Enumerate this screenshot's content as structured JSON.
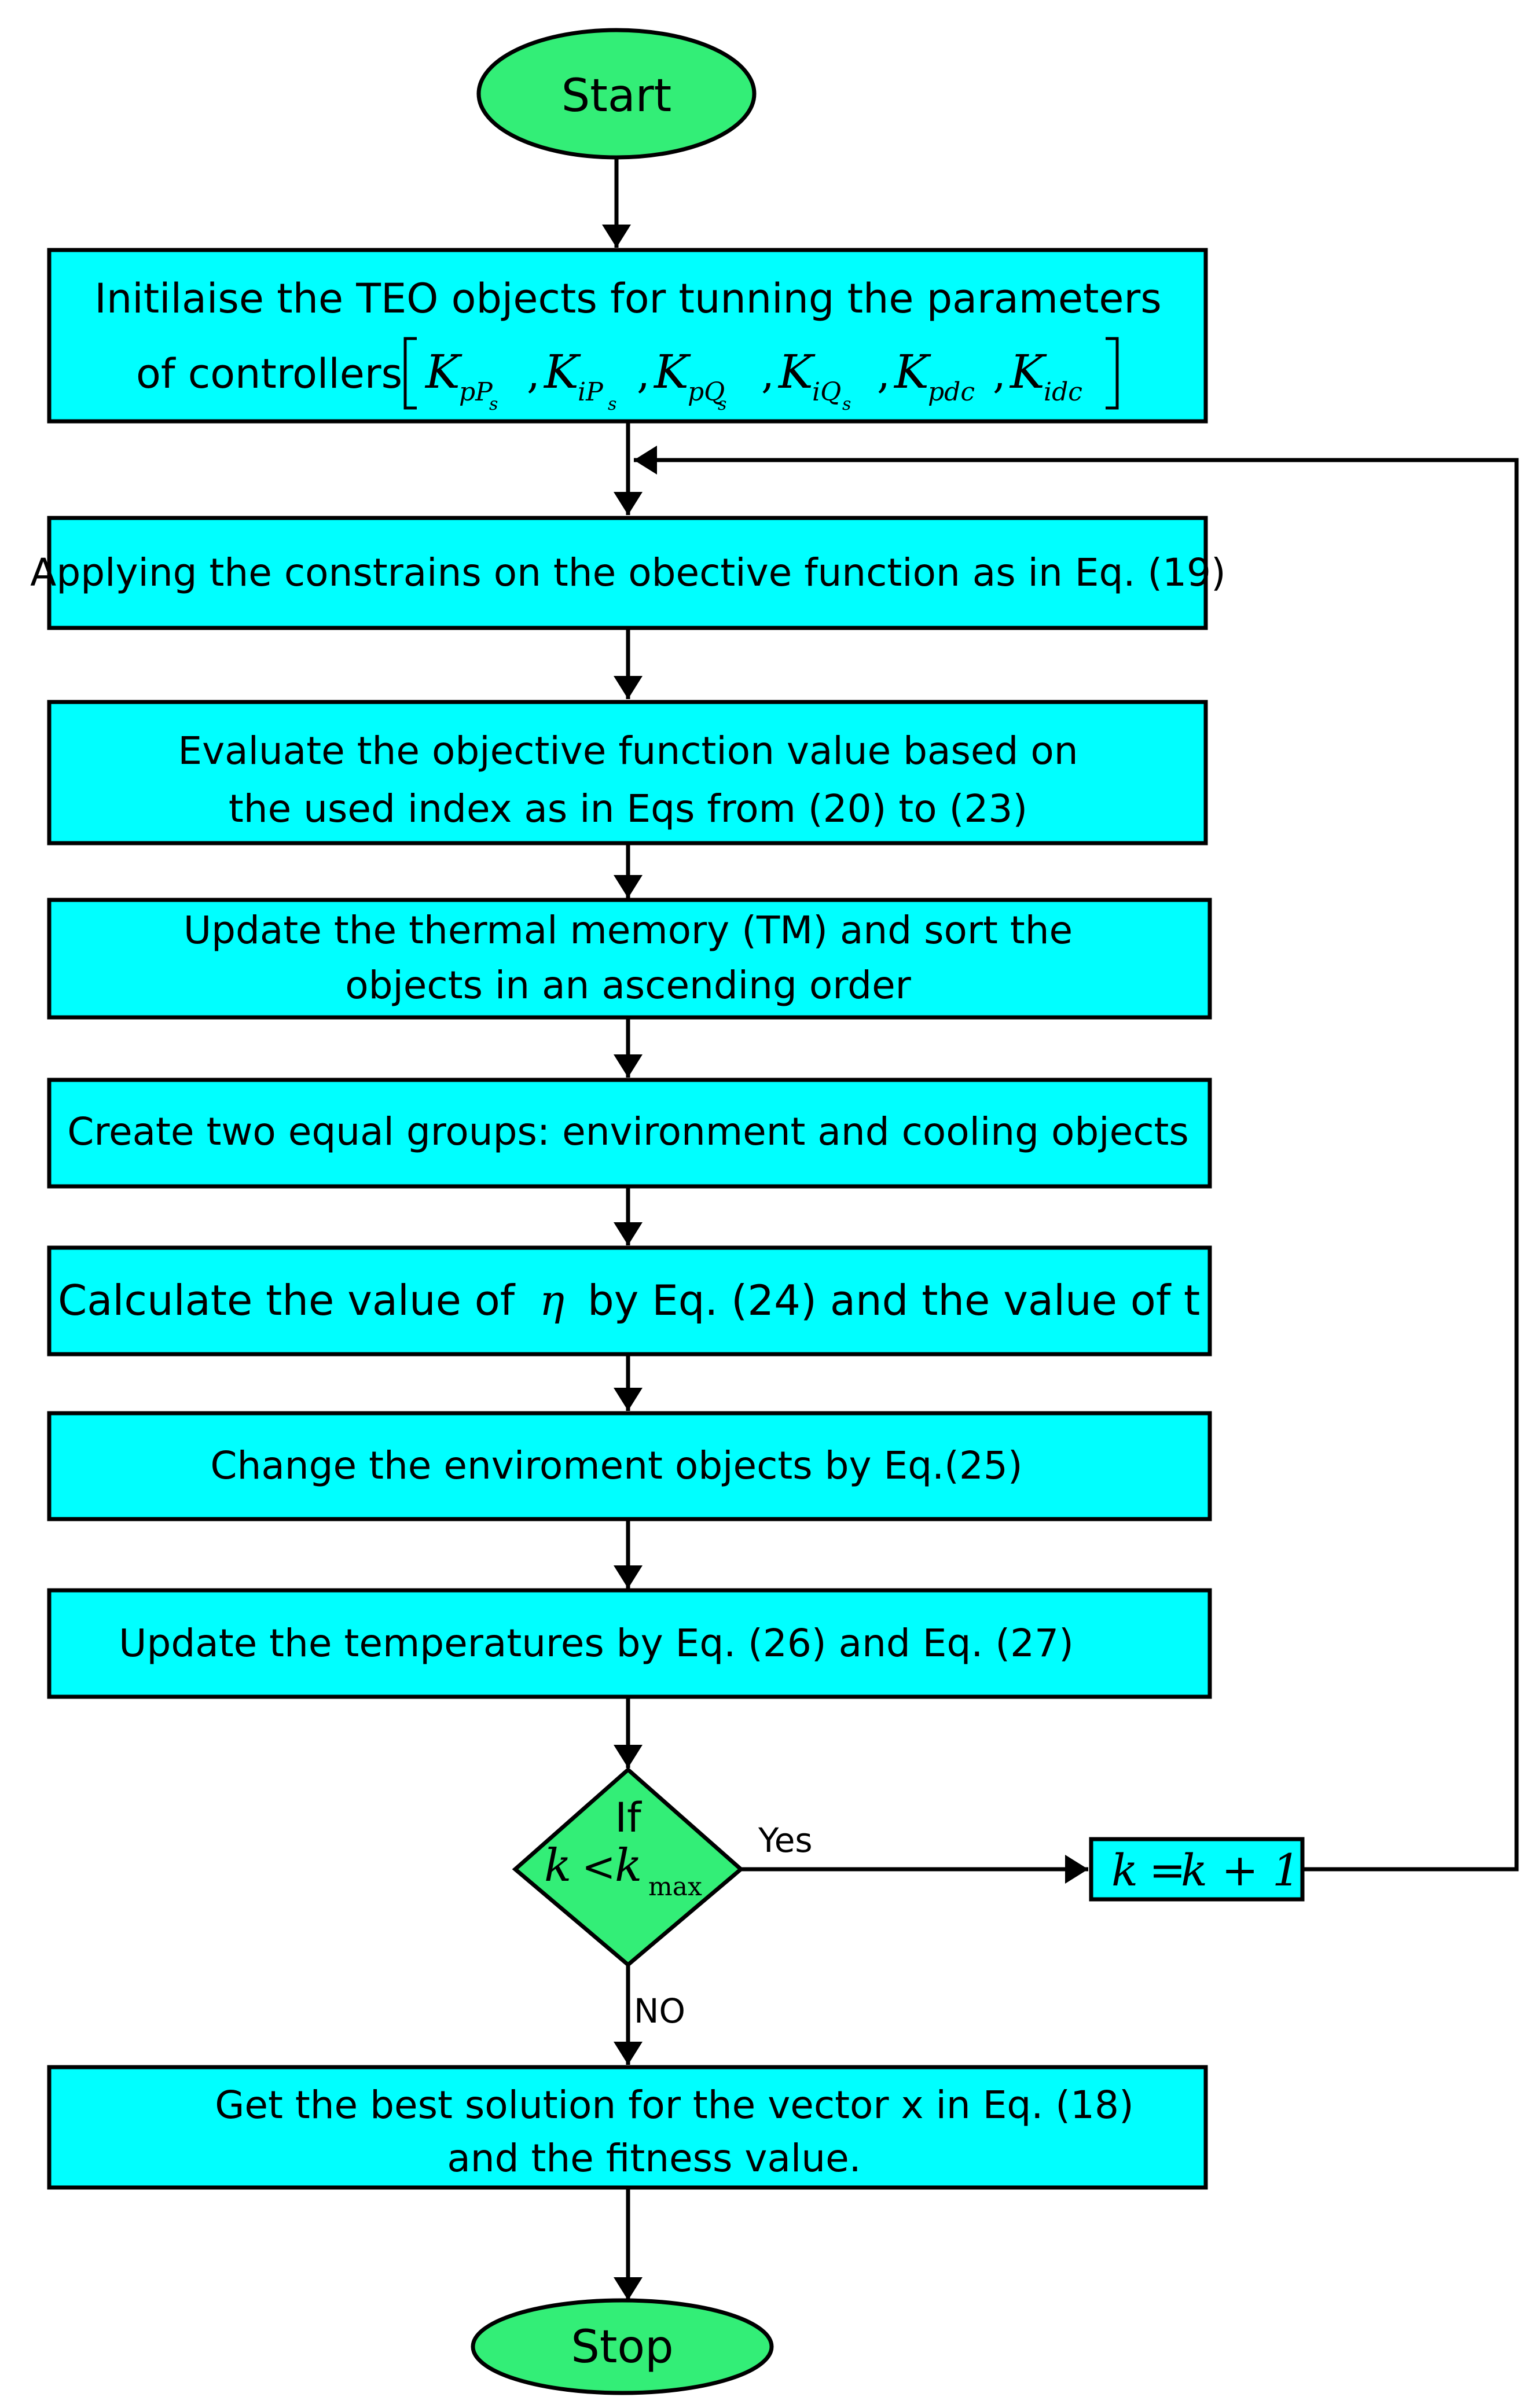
{
  "colors": {
    "process_fill": "#00FFFF",
    "terminal_fill": "#33EE77",
    "decision_fill": "#33EE77",
    "stroke": "#000000"
  },
  "start": {
    "label": "Start"
  },
  "steps": [
    {
      "lines": [
        "Initilaise the TEO objects  for tunning the parameters",
        "of controllers"
      ]
    },
    {
      "lines": [
        "Applying the constrains on the obective function as in Eq. (19)"
      ]
    },
    {
      "lines": [
        "Evaluate the objective function value based on",
        "the used  index as in Eqs from (20) to (23)"
      ]
    },
    {
      "lines": [
        "Update the thermal memory (TM) and sort the",
        "objects in an ascending order"
      ]
    },
    {
      "lines": [
        "Create two equal groups: environment and cooling objects"
      ]
    },
    {
      "lines": [
        "Calculate the value of",
        "by Eq. (24) and the value of",
        "t"
      ],
      "symbol": "η"
    },
    {
      "lines": [
        "Change the enviroment objects  by Eq.(25)"
      ]
    },
    {
      "lines": [
        "Update the temperatures by Eq. (26) and Eq. (27)"
      ]
    },
    {
      "lines": [
        "Get the best solution for the vector x in Eq. (18)",
        "and the fitness value."
      ]
    }
  ],
  "params": [
    {
      "base": "K",
      "sub": "pP",
      "subsub": "s"
    },
    {
      "base": "K",
      "sub": "iP",
      "subsub": "s"
    },
    {
      "base": "K",
      "sub": "pQ",
      "subsub": "s"
    },
    {
      "base": "K",
      "sub": "iQ",
      "subsub": "s"
    },
    {
      "base": "K",
      "sub": "pdc",
      "subsub": ""
    },
    {
      "base": "K",
      "sub": "idc",
      "subsub": ""
    }
  ],
  "decision": {
    "line1": "If",
    "k": "k",
    "lt": "<",
    "kmax": "k",
    "kmax_sub": "max",
    "yes_label": "Yes",
    "no_label": "NO"
  },
  "increment": {
    "lhs": "k",
    "eq": "=",
    "rhs": "k + 1"
  },
  "stop": {
    "label": "Stop"
  }
}
